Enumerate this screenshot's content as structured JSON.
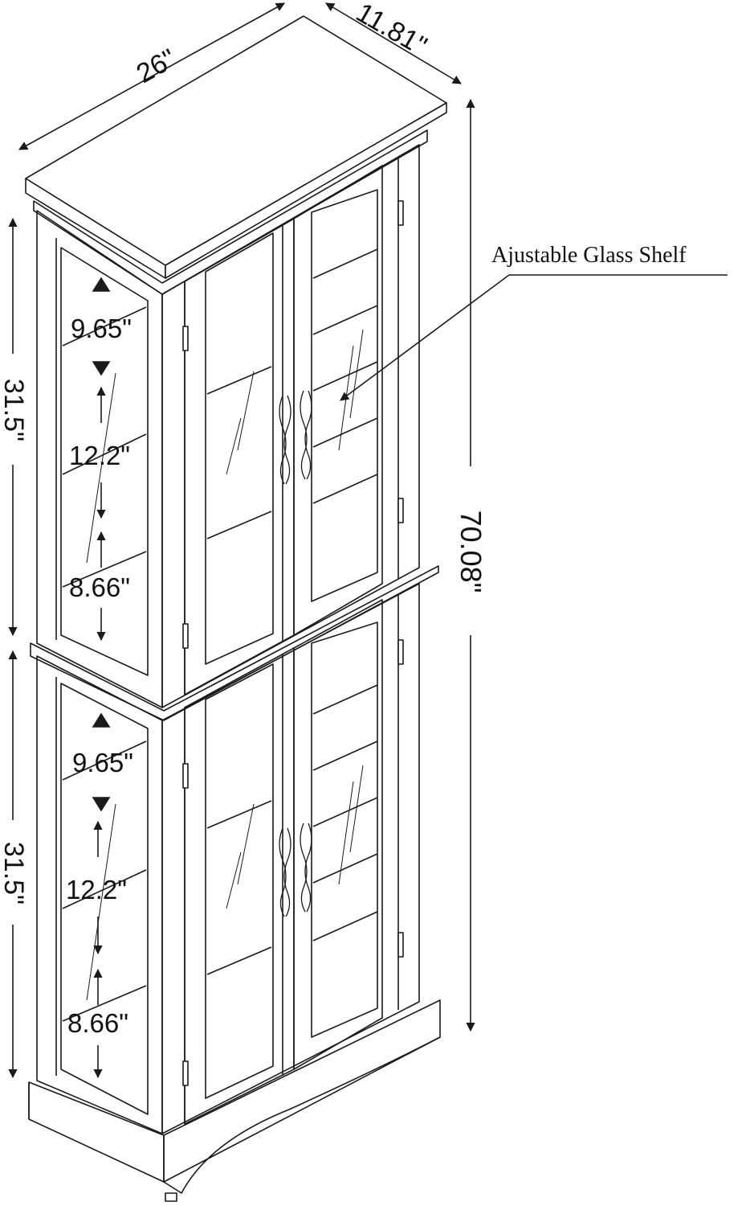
{
  "colors": {
    "ink": "#1a1a1a",
    "background": "#ffffff"
  },
  "dimensions": {
    "width": "26\"",
    "depth": "11.81\"",
    "height": "70.08\"",
    "upper_section": "31.5\"",
    "lower_section": "31.5\""
  },
  "upper_spacings": [
    "9.65\"",
    "12.2\"",
    "8.66\""
  ],
  "lower_spacings": [
    "9.65\"",
    "12.2\"",
    "8.66\""
  ],
  "callout": "Ajustable Glass Shelf"
}
